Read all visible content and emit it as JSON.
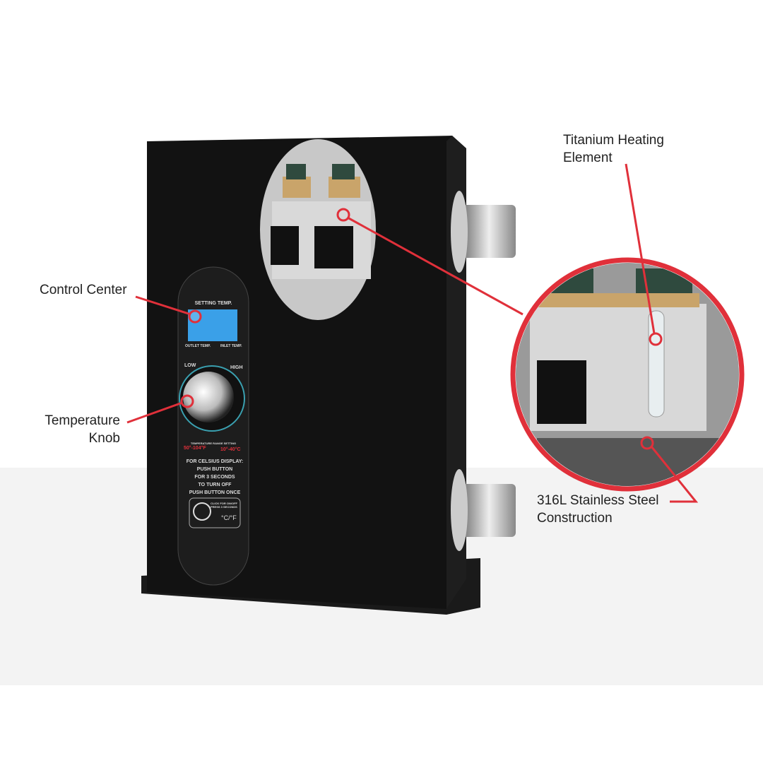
{
  "callouts": {
    "control_center": "Control Center",
    "temperature_knob": [
      "Temperature",
      "Knob"
    ],
    "titanium": [
      "Titanium Heating",
      "Element"
    ],
    "stainless": [
      "316L Stainless Steel",
      "Construction"
    ]
  },
  "panel": {
    "setting_temp": "SETTING TEMP.",
    "outlet_temp": "OUTLET TEMP.",
    "inlet_temp": "INLET TEMP.",
    "low": "LOW",
    "high": "HIGH",
    "range_title": "TEMPERATURE RANGE SETTING",
    "range_f": "50°-104°F",
    "range_c": "10°-40°C",
    "instructions": [
      "FOR CELSIUS DISPLAY:",
      "PUSH BUTTON",
      "FOR 3 SECONDS",
      "TO TURN OFF",
      "PUSH BUTTON ONCE"
    ],
    "button_hint": [
      "CLICK FOR ON/OFF",
      "PRESS 3 SECONDS"
    ],
    "unit_toggle": "°C/°F"
  },
  "colors": {
    "accent": "#e0303a",
    "lcd": "#3aa0e8",
    "body": "#121212"
  }
}
